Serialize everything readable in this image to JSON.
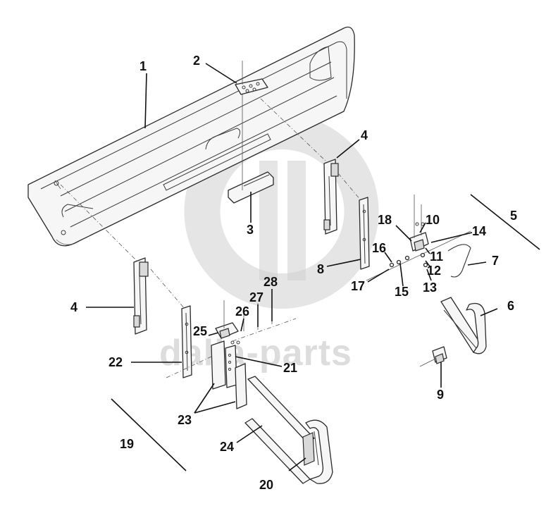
{
  "diagram": {
    "watermark_text": "dalia-parts",
    "callouts": [
      "1",
      "2",
      "3",
      "4",
      "4",
      "5",
      "6",
      "7",
      "8",
      "9",
      "10",
      "11",
      "12",
      "13",
      "14",
      "15",
      "16",
      "17",
      "18",
      "19",
      "20",
      "21",
      "22",
      "23",
      "24",
      "25",
      "26",
      "27",
      "28"
    ]
  }
}
